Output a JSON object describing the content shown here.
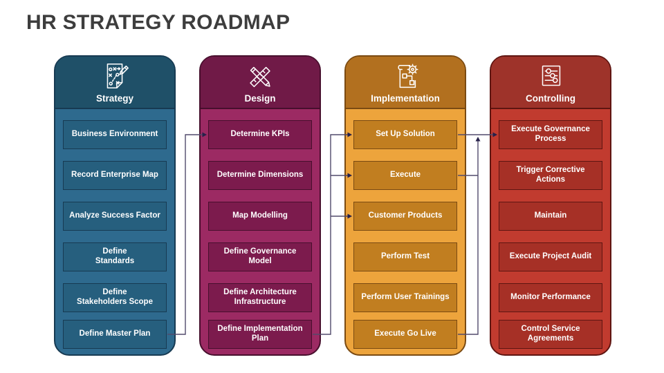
{
  "title": "HR STRATEGY ROADMAP",
  "columns": [
    {
      "id": "strategy",
      "label": "Strategy",
      "icon": "game-plan-icon",
      "colors": {
        "header": "#1F5068",
        "body": "#2E6A8E",
        "box": "#265F7E",
        "border": "#173A52"
      },
      "items": [
        "Business Environment",
        "Record Enterprise Map",
        "Analyze Success Factor",
        "Define\nStandards",
        "Define\nStakeholders Scope",
        "Define Master Plan"
      ]
    },
    {
      "id": "design",
      "label": "Design",
      "icon": "pencil-ruler-icon",
      "colors": {
        "header": "#701A47",
        "body": "#9C2A63",
        "box": "#7C1B4D",
        "border": "#470F2D"
      },
      "items": [
        "Determine KPIs",
        "Determine Dimensions",
        "Map Modelling",
        "Define Governance\nModel",
        "Define Architecture\nInfrastructure",
        "Define Implementation\nPlan"
      ]
    },
    {
      "id": "implementation",
      "label": "Implementation",
      "icon": "blueprint-gear-icon",
      "colors": {
        "header": "#B2701F",
        "body": "#EDA43C",
        "box": "#C17E20",
        "border": "#7A4A12"
      },
      "items": [
        "Set Up Solution",
        "Execute",
        "Customer Products",
        "Perform Test",
        "Perform User Trainings",
        "Execute Go Live"
      ]
    },
    {
      "id": "controlling",
      "label": "Controlling",
      "icon": "sliders-icon",
      "colors": {
        "header": "#9E332A",
        "body": "#C13B2F",
        "box": "#A63026",
        "border": "#5E1511"
      },
      "items": [
        "Execute Governance\nProcess",
        "Trigger Corrective\nActions",
        "Maintain",
        "Execute Project Audit",
        "Monitor Performance",
        "Control Service\nAgreements"
      ]
    }
  ],
  "connectors": {
    "color": "#514A6B",
    "arrow_color": "#27214A",
    "flows": [
      {
        "from": "Define Master Plan",
        "to": "Determine KPIs"
      },
      {
        "from": "Define Implementation Plan",
        "to": "Set Up Solution"
      },
      {
        "from": "Define Implementation Plan",
        "to": "Execute"
      },
      {
        "from": "Define Implementation Plan",
        "to": "Customer Products"
      },
      {
        "from": "Set Up Solution",
        "to": "Execute Governance Process"
      },
      {
        "from": "Execute",
        "to": "Execute Governance Process"
      },
      {
        "from": "Execute Go Live",
        "to": "Execute Governance Process"
      }
    ]
  }
}
